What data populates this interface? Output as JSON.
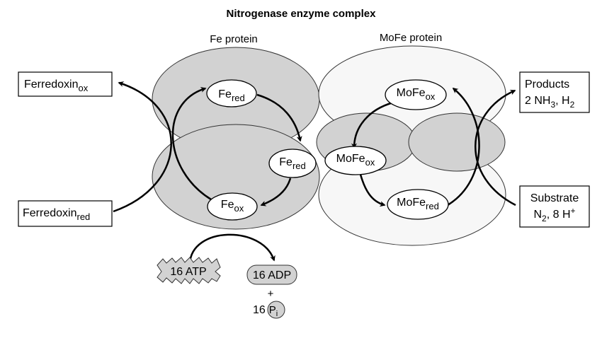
{
  "title": "Nitrogenase enzyme complex",
  "fe_protein": {
    "label": "Fe protein",
    "fe_red_top": {
      "base": "Fe",
      "sub": "red"
    },
    "fe_red_mid": {
      "base": "Fe",
      "sub": "red"
    },
    "fe_ox": {
      "base": "Fe",
      "sub": "ox"
    }
  },
  "mofe_protein": {
    "label": "MoFe protein",
    "mofe_ox_top": {
      "base": "MoFe",
      "sub": "ox"
    },
    "mofe_ox_mid": {
      "base": "MoFe",
      "sub": "ox"
    },
    "mofe_red": {
      "base": "MoFe",
      "sub": "red"
    }
  },
  "ferredoxin_ox": {
    "base": "Ferredoxin",
    "sub": "ox"
  },
  "ferredoxin_red": {
    "base": "Ferredoxin",
    "sub": "red"
  },
  "products": {
    "line1": "Products",
    "line2_a": "2 NH",
    "line2_sub": "3",
    "line2_b": ", H",
    "line2_sub2": "2"
  },
  "substrate": {
    "line1": "Substrate",
    "line2_a": "N",
    "line2_sub": "2",
    "line2_b": ", 8 H",
    "line2_sup": "+"
  },
  "atp": "16 ATP",
  "adp": "16 ADP",
  "plus": "+",
  "pi": {
    "count": "16",
    "base": "P",
    "sub": "i"
  },
  "colors": {
    "shaded": "#d2d2d2",
    "light": "#f7f7f7",
    "stroke": "#333333",
    "ink": "#000000"
  }
}
